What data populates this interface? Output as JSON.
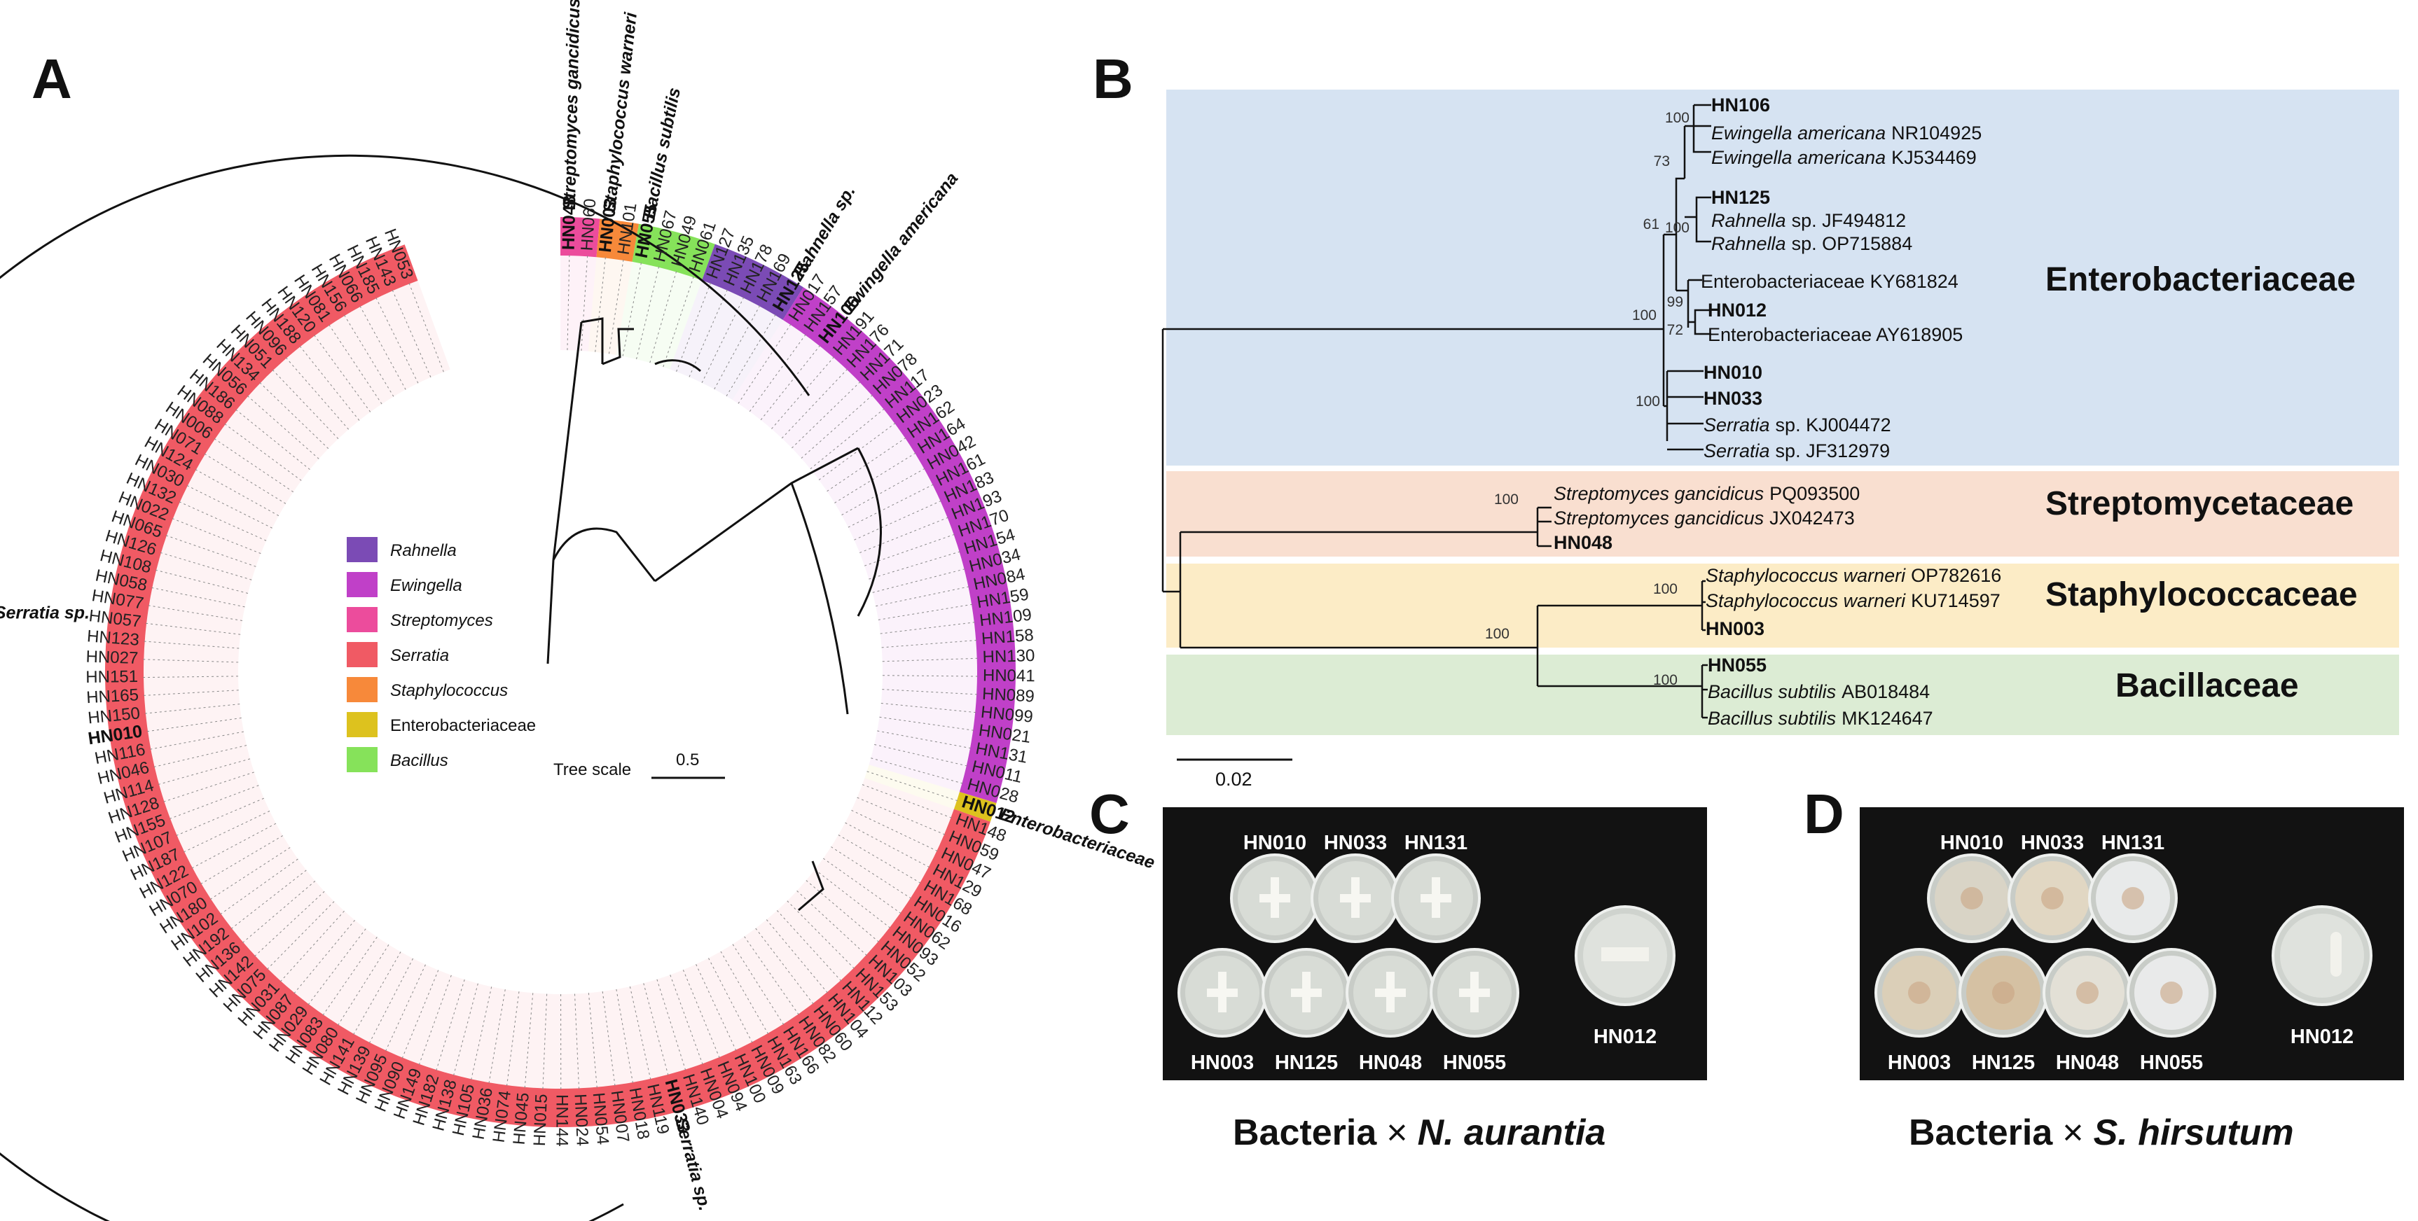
{
  "panels": {
    "a": "A",
    "b": "B",
    "c": "C",
    "d": "D"
  },
  "panel_a": {
    "colors": {
      "Rahnella": "#7b4bb5",
      "Ewingella": "#c040c8",
      "Streptomyces": "#ec4c9c",
      "Serratia": "#f05a64",
      "Staphylococcus": "#f7893a",
      "Enterobacteriaceae": "#ddc21e",
      "Bacillus": "#86e25a"
    },
    "legend": [
      {
        "label": "Rahnella",
        "key": "Rahnella",
        "italic": true
      },
      {
        "label": "Ewingella",
        "key": "Ewingella",
        "italic": true
      },
      {
        "label": "Streptomyces",
        "key": "Streptomyces",
        "italic": true
      },
      {
        "label": "Serratia",
        "key": "Serratia",
        "italic": true
      },
      {
        "label": "Staphylococcus",
        "key": "Staphylococcus",
        "italic": true
      },
      {
        "label": "Enterobacteriaceae",
        "key": "Enterobacteriaceae",
        "italic": false
      },
      {
        "label": "Bacillus",
        "key": "Bacillus",
        "italic": true
      }
    ],
    "tree_scale_label": "Tree scale",
    "tree_scale_value": "0.5",
    "callouts": [
      {
        "id": "HN048",
        "text": "Streptomyces gancidicus"
      },
      {
        "id": "HN003",
        "text": "Staphylococcus warneri"
      },
      {
        "id": "HN055",
        "text": "Bacillus subtilis"
      },
      {
        "id": "HN125",
        "text": "Rahnella sp."
      },
      {
        "id": "HN106",
        "text": "Ewingella americana"
      },
      {
        "id": "HN012",
        "text": "Enterobacteriaceae"
      },
      {
        "id": "HN033",
        "text": "Serratia sp."
      },
      {
        "id": "HN010",
        "prefix": "Serratia sp."
      }
    ],
    "leaf_groups": [
      {
        "key": "Streptomyces",
        "leaves": [
          "HN048",
          "HN060"
        ]
      },
      {
        "key": "Staphylococcus",
        "leaves": [
          "HN003",
          "HN101"
        ]
      },
      {
        "key": "Bacillus",
        "leaves": [
          "HN055",
          "HN067",
          "HN049",
          "HN061"
        ]
      },
      {
        "key": "Rahnella",
        "leaves": [
          "HN127",
          "HN135",
          "HN178",
          "HN169",
          "HN125"
        ]
      },
      {
        "key": "Ewingella",
        "leaves": [
          "HN017",
          "HN157",
          "HN106",
          "HN191",
          "HN176",
          "HN171",
          "HN078",
          "HN117",
          "HN023",
          "HN162",
          "HN164",
          "HN042",
          "HN161",
          "HN183",
          "HN193",
          "HN170",
          "HN154",
          "HN034",
          "HN084",
          "HN159",
          "HN109",
          "HN158",
          "HN130",
          "HN041",
          "HN089",
          "HN099",
          "HN021",
          "HN131",
          "HN011",
          "HN028"
        ]
      },
      {
        "key": "Enterobacteriaceae",
        "leaves": [
          "HN012"
        ]
      },
      {
        "key": "Serratia",
        "leaves": [
          "HN148",
          "HN059",
          "HN047",
          "HN129",
          "HN168",
          "HN016",
          "HN062",
          "HN093",
          "HN052",
          "HN103",
          "HN153",
          "HN112",
          "HN104",
          "HN060",
          "HN082",
          "HN166",
          "HN163",
          "HN009",
          "HN100",
          "HN094",
          "HN004",
          "HN140",
          "HN033",
          "HN119",
          "HN018",
          "HN007",
          "HN054",
          "HN024",
          "HN144",
          "HN015",
          "HN045",
          "HN074",
          "HN036",
          "HN105",
          "HN138",
          "HN182",
          "HN149",
          "HN090",
          "HN095",
          "HN139",
          "HN141",
          "HN080",
          "HN083",
          "HN029",
          "HN087",
          "HN031",
          "HN075",
          "HN142",
          "HN136",
          "HN192",
          "HN102",
          "HN180",
          "HN070",
          "HN122",
          "HN187",
          "HN107",
          "HN155",
          "HN128",
          "HN114",
          "HN046",
          "HN116",
          "HN010",
          "HN150",
          "HN165",
          "HN151",
          "HN027",
          "HN123",
          "HN057",
          "HN077",
          "HN058",
          "HN108",
          "HN126",
          "HN065",
          "HN022",
          "HN132",
          "HN030",
          "HN124",
          "HN071",
          "HN006",
          "HN088",
          "HN186",
          "HN056",
          "HN134",
          "HN051",
          "HN096",
          "HN188",
          "HN120",
          "HN081",
          "HN156",
          "HN066",
          "HN185",
          "HN143",
          "HN053"
        ]
      }
    ]
  },
  "panel_b": {
    "scale_label": "0.02",
    "families": [
      {
        "name": "Enterobacteriaceae",
        "color": "#d6e3f2"
      },
      {
        "name": "Streptomycetaceae",
        "color": "#f9dfd0"
      },
      {
        "name": "Staphylococcaceae",
        "color": "#fcecc6"
      },
      {
        "name": "Bacillaceae",
        "color": "#dcecd4"
      }
    ],
    "taxa": [
      {
        "id": "t1",
        "bold": "HN106",
        "italic": "",
        "acc": ""
      },
      {
        "id": "t2",
        "bold": "",
        "italic": "Ewingella americana",
        "acc": "NR104925"
      },
      {
        "id": "t3",
        "bold": "",
        "italic": "Ewingella americana",
        "acc": "KJ534469"
      },
      {
        "id": "t4",
        "bold": "HN125",
        "italic": "",
        "acc": ""
      },
      {
        "id": "t5",
        "bold": "",
        "italic": "Rahnella",
        "acc": "sp. JF494812"
      },
      {
        "id": "t6",
        "bold": "",
        "italic": "Rahnella",
        "acc": "sp. OP715884"
      },
      {
        "id": "t7",
        "bold": "",
        "italic": "",
        "acc": "Enterobacteriaceae KY681824"
      },
      {
        "id": "t8",
        "bold": "HN012",
        "italic": "",
        "acc": ""
      },
      {
        "id": "t9",
        "bold": "",
        "italic": "",
        "acc": "Enterobacteriaceae AY618905"
      },
      {
        "id": "t10",
        "bold": "HN010",
        "italic": "",
        "acc": ""
      },
      {
        "id": "t11",
        "bold": "HN033",
        "italic": "",
        "acc": ""
      },
      {
        "id": "t12",
        "bold": "",
        "italic": "Serratia",
        "acc": "sp. KJ004472"
      },
      {
        "id": "t13",
        "bold": "",
        "italic": "Serratia",
        "acc": "sp. JF312979"
      },
      {
        "id": "t14",
        "bold": "",
        "italic": "Streptomyces gancidicus",
        "acc": "PQ093500"
      },
      {
        "id": "t15",
        "bold": "",
        "italic": "Streptomyces gancidicus",
        "acc": "JX042473"
      },
      {
        "id": "t16",
        "bold": "HN048",
        "italic": "",
        "acc": ""
      },
      {
        "id": "t17",
        "bold": "",
        "italic": "Staphylococcus warneri",
        "acc": "OP782616"
      },
      {
        "id": "t18",
        "bold": "",
        "italic": "Staphylococcus warneri",
        "acc": "KU714597"
      },
      {
        "id": "t19",
        "bold": "HN003",
        "italic": "",
        "acc": ""
      },
      {
        "id": "t20",
        "bold": "HN055",
        "italic": "",
        "acc": ""
      },
      {
        "id": "t21",
        "bold": "",
        "italic": "Bacillus subtilis",
        "acc": "AB018484"
      },
      {
        "id": "t22",
        "bold": "",
        "italic": "Bacillus subtilis",
        "acc": "MK124647"
      }
    ],
    "bootstraps": [
      "100",
      "73",
      "100",
      "61",
      "99",
      "72",
      "100",
      "100",
      "100",
      "100",
      "100",
      "100"
    ]
  },
  "panel_c": {
    "top_labels": [
      "HN010",
      "HN033",
      "HN131"
    ],
    "bottom_labels": [
      "HN003",
      "HN125",
      "HN048",
      "HN055"
    ],
    "side_label": "HN012",
    "caption_prefix": "Bacteria",
    "caption_times": "×",
    "caption_species": "N. aurantia"
  },
  "panel_d": {
    "top_labels": [
      "HN010",
      "HN033",
      "HN131"
    ],
    "bottom_labels": [
      "HN003",
      "HN125",
      "HN048",
      "HN055"
    ],
    "side_label": "HN012",
    "caption_prefix": "Bacteria",
    "caption_times": "×",
    "caption_species": "S. hirsutum"
  }
}
